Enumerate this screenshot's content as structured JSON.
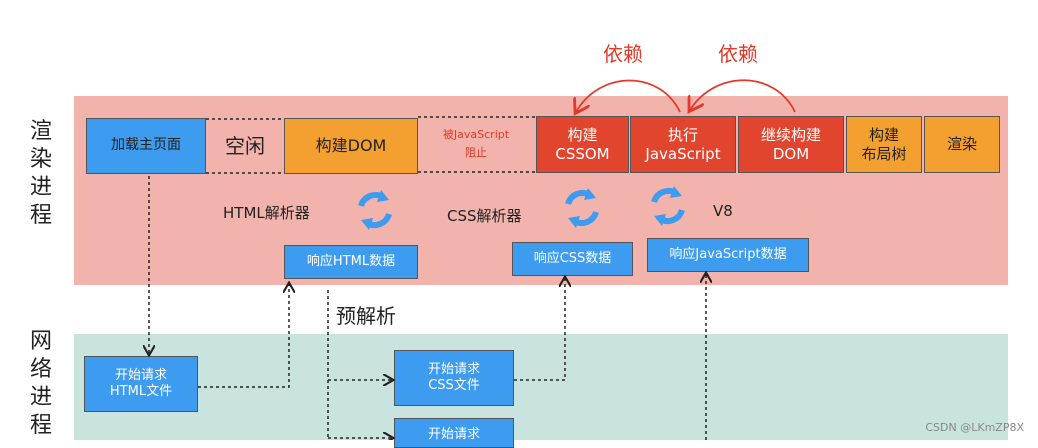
{
  "render_label": "渲染进程",
  "network_label": "网络进程",
  "dependency_labels": [
    "依赖",
    "依赖"
  ],
  "timeline": {
    "load_page": "加载主页面",
    "idle": "空闲",
    "build_dom": "构建DOM",
    "blocked_by_js": [
      "被JavaScript",
      "阻止"
    ],
    "build_cssom": [
      "构建",
      "CSSOM"
    ],
    "exec_js": [
      "执行",
      "JavaScript"
    ],
    "continue_dom": [
      "继续构建",
      "DOM"
    ],
    "build_layout": [
      "构建",
      "布局树"
    ],
    "render": "渲染"
  },
  "parsers": {
    "html": "HTML解析器",
    "css": "CSS解析器",
    "v8": "V8"
  },
  "responses": {
    "html": "响应HTML数据",
    "css": "响应CSS数据",
    "js": "响应JavaScript数据"
  },
  "preparse_label": "预解析",
  "requests": {
    "html": [
      "开始请求",
      "HTML文件"
    ],
    "css": [
      "开始请求",
      "CSS文件"
    ],
    "js_partial": [
      "开始请求"
    ]
  },
  "watermark": "CSDN @LKmZP8X",
  "colors": {
    "render_band": "#f2b3ad",
    "network_band": "#c9e3df",
    "blue_box": "#3d9cf0",
    "orange_box": "#f4a030",
    "red_box": "#e2452e",
    "cycle_icon": "#3d9cf0"
  },
  "icons": [
    "refresh-cycle-icon"
  ]
}
